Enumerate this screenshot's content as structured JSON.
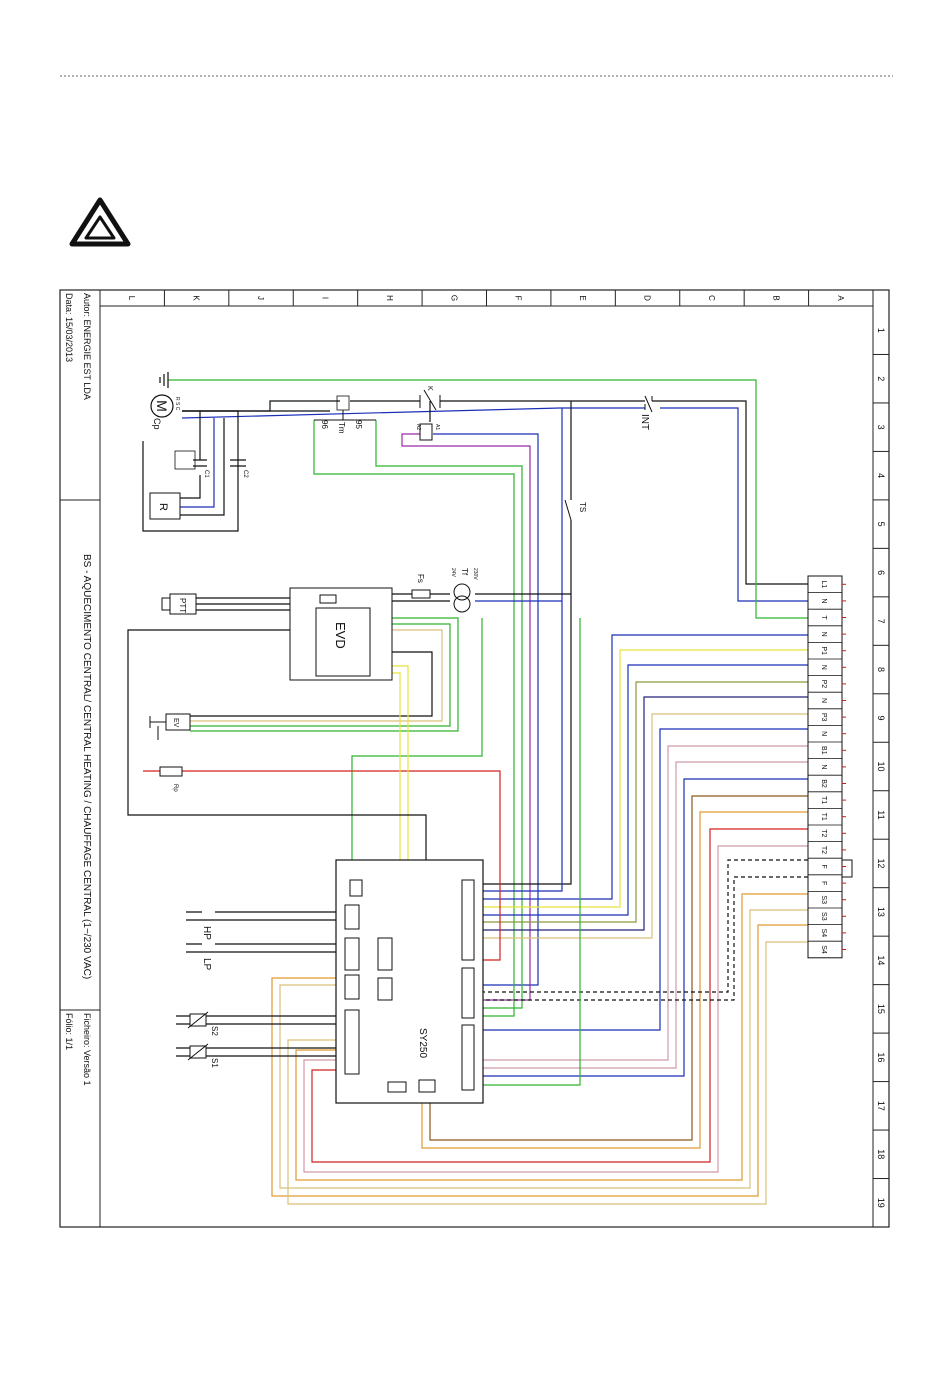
{
  "title_block": {
    "author": "Autor: ENERGIE EST LDA",
    "date": "Data: 15/03/2013",
    "title": "BS - AQUECIMENTO CENTRAL/ CENTRAL HEATING / CHAUFFAGE CENTRAL (1~/230 VAC)",
    "file_version": "Ficheiro: Versão 1",
    "sheet": "Fólio: 1/1"
  },
  "grid": {
    "letters": [
      "L",
      "K",
      "J",
      "I",
      "H",
      "G",
      "F",
      "E",
      "D",
      "C",
      "B",
      "A"
    ],
    "numbers": [
      "1",
      "2",
      "3",
      "4",
      "5",
      "6",
      "7",
      "8",
      "9",
      "10",
      "11",
      "12",
      "13",
      "14",
      "15",
      "16",
      "17",
      "18",
      "19"
    ]
  },
  "terminal_block": [
    "L1",
    "N",
    "T",
    "N",
    "P1",
    "N",
    "P2",
    "N",
    "P3",
    "N",
    "B1",
    "N",
    "B2",
    "T1",
    "T1",
    "T2",
    "T2",
    "F",
    "F",
    "S3",
    "S3",
    "S4",
    "S4"
  ],
  "labels": {
    "motor": "M",
    "motor_name": "Cp",
    "motor_pins": "R  S  C",
    "c1": "C1",
    "c2": "C2",
    "relay": "R",
    "thermal_95": "95",
    "thermal_96": "96",
    "thermal": "Tm",
    "contactor": "K",
    "contactor_a1": "A1",
    "contactor_a2": "A2",
    "int_switch": "INT",
    "ts_switch": "TS",
    "transformer": "Tf",
    "v230": "230V",
    "v24": "24V",
    "fuse": "Fs",
    "evd": "EVD",
    "ptt": "PTT",
    "ev": "EV",
    "resistor": "Rp",
    "controller": "SY250",
    "hp": "HP",
    "lp": "LP",
    "s1": "S1",
    "s2": "S2"
  },
  "colors": {
    "black": "#111111",
    "blue": "#1a2fb8",
    "green": "#2db52d",
    "yellow": "#e8e23a",
    "red": "#d42020",
    "purple": "#9a2aa8",
    "brown": "#8a5a1a",
    "orange": "#e09a30",
    "olive": "#8a9a3a",
    "tan": "#d9c07a",
    "pink": "#d09aa8",
    "darkblue": "#23237a"
  },
  "icons": {
    "warning": "warning-triangle-icon"
  }
}
